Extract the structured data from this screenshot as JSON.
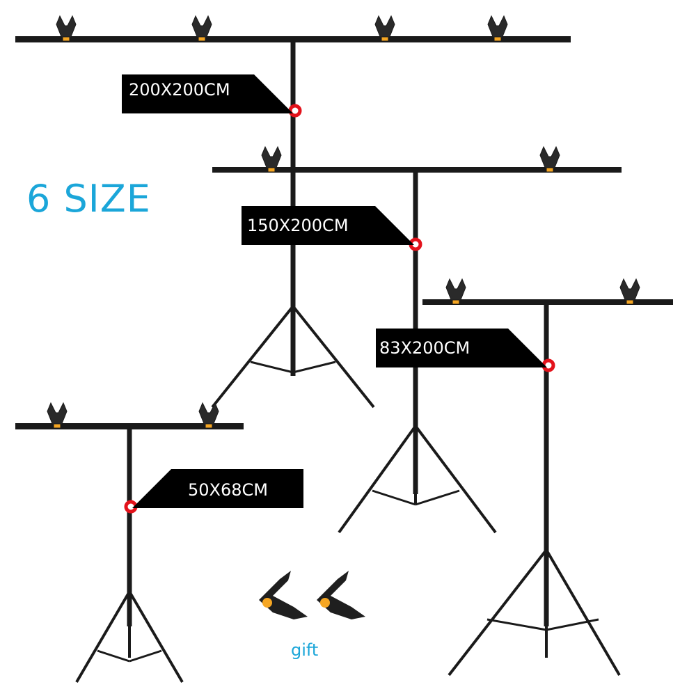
{
  "headline": "6 SIZE",
  "gift_label": "gift",
  "sizes": [
    {
      "label": "200X200CM"
    },
    {
      "label": "150X200CM"
    },
    {
      "label": "83X200CM"
    },
    {
      "label": "50X68CM"
    }
  ],
  "colors": {
    "accent": "#1ba6d9",
    "tag": "#000000",
    "marker": "#e3121b",
    "stand": "#1a1a1a",
    "clamp": "#2a2a2a",
    "clamp_tip": "#f5a623"
  },
  "icons": [
    "backdrop-stand-icon",
    "spring-clamp-icon",
    "size-marker-icon"
  ]
}
